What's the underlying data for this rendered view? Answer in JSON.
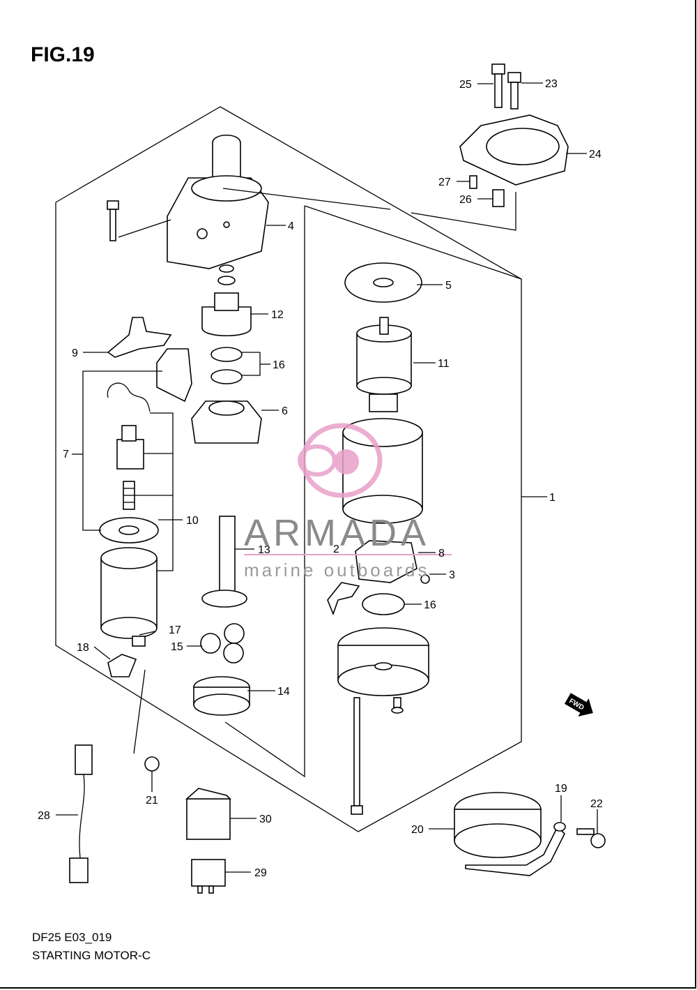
{
  "figure_title": "FIG.19",
  "footer": {
    "model_code": "DF25 E03_019",
    "caption": "STARTING MOTOR-C"
  },
  "watermark": {
    "brand": "ARMADA",
    "tagline": "marine outboards",
    "accent_color": "#e8a0c8",
    "text_color": "#8a8a8a"
  },
  "fwd_label": "FWD",
  "callouts": [
    "1",
    "2",
    "3",
    "4",
    "5",
    "6",
    "7",
    "8",
    "9",
    "10",
    "11",
    "12",
    "13",
    "14",
    "15",
    "16",
    "16",
    "17",
    "18",
    "19",
    "20",
    "21",
    "22",
    "23",
    "24",
    "25",
    "26",
    "27",
    "28",
    "29",
    "30"
  ]
}
